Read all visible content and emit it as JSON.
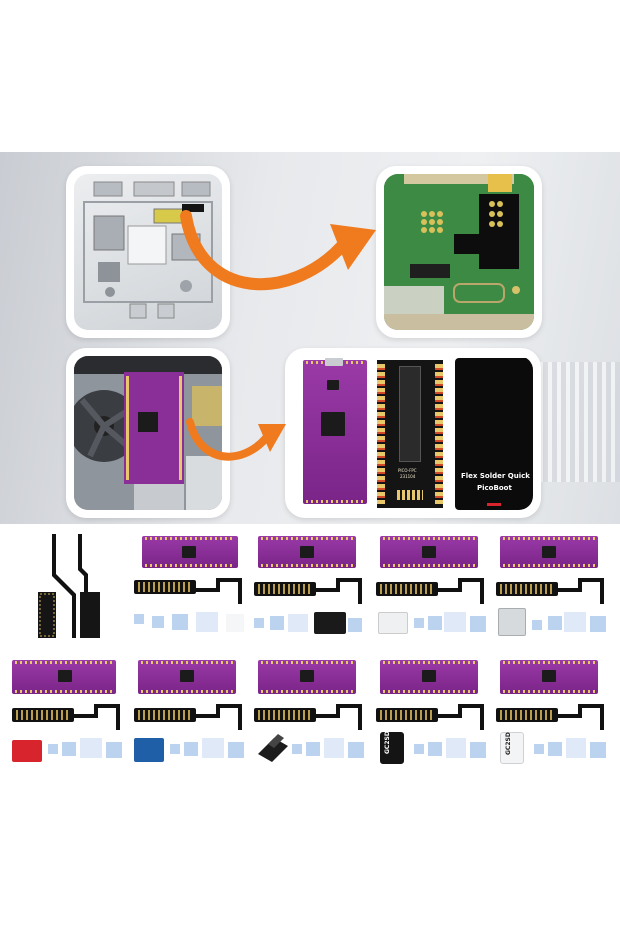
{
  "image": {
    "description_labels": {
      "board_flex_text": "Flex Solder Quick",
      "board_picoboot_text": "PicoBoot",
      "board_fpc_text": "PICO-FPC",
      "board_fpc_date": "231104",
      "sd_adapter_text": "GC2SD"
    }
  },
  "colors": {
    "arrow": "#f07a1e",
    "pico_board": "#8b2e98",
    "flex_cable": "#151515",
    "pad_blue": "#bcd3ef",
    "sd_red": "#d8242c",
    "sd_blue": "#1f5fa8"
  },
  "grid": {
    "rows": [
      [
        {
          "variant": "flex-only"
        },
        {
          "variant": "pico-flex-pads"
        },
        {
          "variant": "pico-flex-sd2sp2-black"
        },
        {
          "variant": "pico-flex-sd2sp2-white"
        },
        {
          "variant": "pico-flex-clear-sd"
        }
      ],
      [
        {
          "variant": "pico-flex-sd-red"
        },
        {
          "variant": "pico-flex-sd-blue"
        },
        {
          "variant": "pico-flex-sd-stand"
        },
        {
          "variant": "pico-flex-gc2sd-black",
          "label": "GC2SD"
        },
        {
          "variant": "pico-flex-gc2sd-white",
          "label": "GC2SD"
        }
      ]
    ]
  }
}
